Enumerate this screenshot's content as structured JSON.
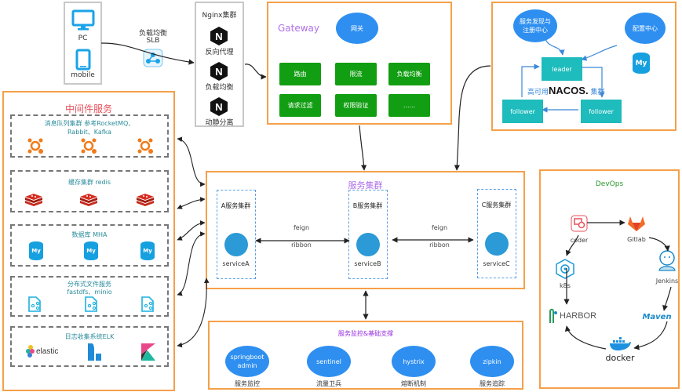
{
  "clients": {
    "pc_label": "PC",
    "mobile_label": "mobile"
  },
  "slb": {
    "title": "负载均衡",
    "subtitle": "SLB"
  },
  "nginx": {
    "title": "Nginx集群",
    "items": [
      "反向代理",
      "负载均衡",
      "动静分离"
    ]
  },
  "gateway": {
    "title": "Gateway",
    "cloud_label": "网关",
    "buttons": [
      "路由",
      "限流",
      "负载均衡",
      "请求过滤",
      "权限验证",
      "......"
    ]
  },
  "nacos": {
    "discovery_cloud": "服务发现与\n注册中心",
    "config_cloud": "配置中心",
    "leader_label": "leader",
    "follower_left_label": "follower",
    "follower_right_label": "follower",
    "caption_prefix": "高可用",
    "caption_logo": "NACOS.",
    "caption_suffix": "集群",
    "db_label": "My"
  },
  "middleware": {
    "title": "中间件服务",
    "groups": [
      {
        "title": "消息队列集群 参考RocketMQ、\nRabbit、Kafka",
        "icon": "message-queue-icon"
      },
      {
        "title": "缓存集群  redis",
        "icon": "redis-icon"
      },
      {
        "title": "数据库  MHA",
        "icon": "mysql-icon"
      },
      {
        "title": "分布式文件服务\nfastdfs、minio",
        "icon": "file-share-icon"
      },
      {
        "title": "日志收集系统ELK",
        "icon": "elk-icon"
      }
    ],
    "db_icon_label": "My",
    "elastic_label": "elastic"
  },
  "service_cluster": {
    "title": "服务集群",
    "clusters": [
      {
        "title": "A服务集群",
        "service": "serviceA"
      },
      {
        "title": "B服务集群",
        "service": "serviceB"
      },
      {
        "title": "C服务集群",
        "service": "serviceC"
      }
    ],
    "link_top": "feign",
    "link_bottom": "ribbon"
  },
  "monitoring": {
    "title": "服务监控&基础支撑",
    "items": [
      {
        "cloud": "springboot\nadmin",
        "caption": "服务监控"
      },
      {
        "cloud": "sentinel",
        "caption": "流量卫兵"
      },
      {
        "cloud": "hystrix",
        "caption": "熔断机制"
      },
      {
        "cloud": "zipkin",
        "caption": "服务追踪"
      }
    ]
  },
  "devops": {
    "title": "DevOps",
    "coder_label": "coder",
    "gitlab_label": "Gitlab",
    "jenkins_label": "Jenkins",
    "maven_label": "Maven",
    "docker_label": "docker",
    "harbor_label": "HARBOR",
    "k8s_label": "k8s"
  },
  "colors": {
    "frame_orange": "#f5a04a",
    "gateway_green": "#129e12",
    "cloud_blue": "#2e8ff0",
    "nacos_teal": "#1ebcbc",
    "title_purple": "#b070e8",
    "middleware_red": "#e8505a"
  }
}
